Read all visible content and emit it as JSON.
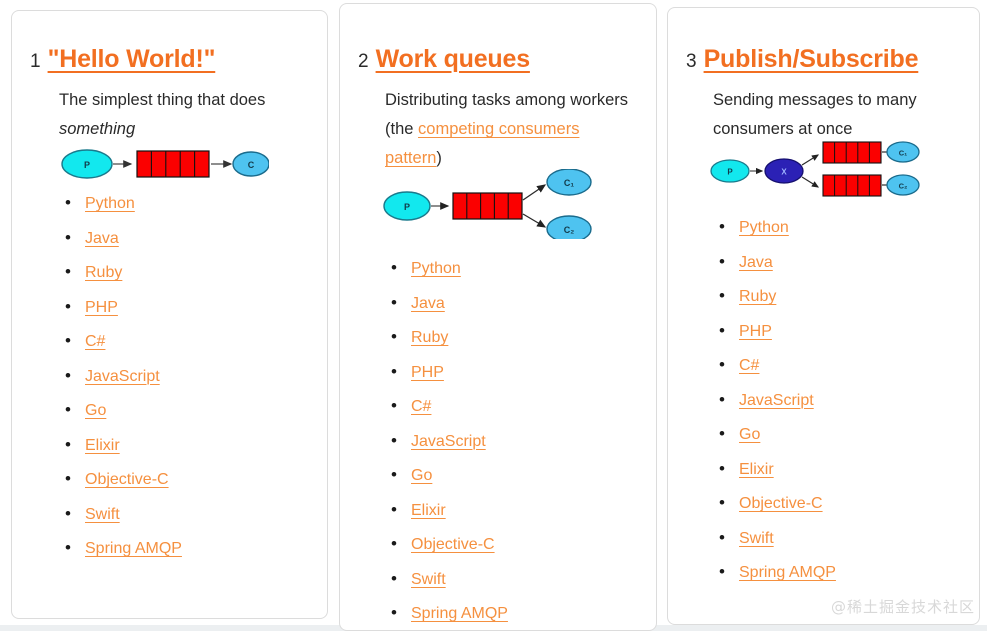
{
  "page": {
    "background": "#ffffff",
    "accent_title_color": "#f26f21",
    "link_color": "#f5903f",
    "text_color": "#2a2a2a",
    "panel_border_color": "#dcdcdc"
  },
  "watermark": "@稀土掘金技术社区",
  "languages": [
    "Python",
    "Java",
    "Ruby",
    "PHP",
    "C#",
    "JavaScript",
    "Go",
    "Elixir",
    "Objective-C",
    "Swift",
    "Spring AMQP"
  ],
  "panels": [
    {
      "number": "1",
      "title": "\"Hello World!\"",
      "description_parts": {
        "lead": "The simplest thing that does ",
        "emphasis": "something",
        "tail": ""
      },
      "diagram": {
        "type": "producer-queue-consumer",
        "nodes": [
          {
            "id": "P",
            "label": "P",
            "shape": "ellipse",
            "fill": "#12e8ee",
            "stroke": "#1a7a8c"
          },
          {
            "id": "queue",
            "label": "",
            "shape": "queue",
            "fill": "#fb0000",
            "stroke": "#111111",
            "cells": 5
          },
          {
            "id": "C",
            "label": "C",
            "shape": "ellipse",
            "fill": "#4ec3f0",
            "stroke": "#1a6b8c"
          }
        ],
        "edges": [
          {
            "from": "P",
            "to": "queue"
          },
          {
            "from": "queue",
            "to": "C"
          }
        ]
      },
      "languages_shown": 11
    },
    {
      "number": "2",
      "title": "Work queues",
      "description_parts": {
        "lead": "Distributing tasks among workers (the ",
        "link": "competing consumers pattern",
        "tail": ")"
      },
      "diagram": {
        "type": "producer-queue-two-consumers",
        "nodes": [
          {
            "id": "P",
            "label": "P",
            "shape": "ellipse",
            "fill": "#12e8ee",
            "stroke": "#1a7a8c"
          },
          {
            "id": "queue",
            "label": "",
            "shape": "queue",
            "fill": "#fb0000",
            "stroke": "#111111",
            "cells": 5
          },
          {
            "id": "C1",
            "label": "C₁",
            "shape": "ellipse",
            "fill": "#4ec3f0",
            "stroke": "#1a6b8c"
          },
          {
            "id": "C2",
            "label": "C₂",
            "shape": "ellipse",
            "fill": "#4ec3f0",
            "stroke": "#1a6b8c"
          }
        ],
        "edges": [
          {
            "from": "P",
            "to": "queue"
          },
          {
            "from": "queue",
            "to": "C1"
          },
          {
            "from": "queue",
            "to": "C2"
          }
        ]
      },
      "languages_shown": 11
    },
    {
      "number": "3",
      "title": "Publish/Subscribe",
      "description_parts": {
        "lead": "Sending messages to many consumers at once",
        "link": "",
        "tail": ""
      },
      "diagram": {
        "type": "producer-exchange-two-queues-two-consumers",
        "nodes": [
          {
            "id": "P",
            "label": "P",
            "shape": "ellipse",
            "fill": "#12e8ee",
            "stroke": "#1a7a8c"
          },
          {
            "id": "X",
            "label": "X",
            "shape": "ellipse",
            "fill": "#2b21b5",
            "stroke": "#150f6e"
          },
          {
            "id": "queue1",
            "label": "",
            "shape": "queue",
            "fill": "#fb0000",
            "stroke": "#111111",
            "cells": 5
          },
          {
            "id": "queue2",
            "label": "",
            "shape": "queue",
            "fill": "#fb0000",
            "stroke": "#111111",
            "cells": 5
          },
          {
            "id": "C1",
            "label": "C₁",
            "shape": "ellipse",
            "fill": "#4ec3f0",
            "stroke": "#1a6b8c"
          },
          {
            "id": "C2",
            "label": "C₂",
            "shape": "ellipse",
            "fill": "#4ec3f0",
            "stroke": "#1a6b8c"
          }
        ],
        "edges": [
          {
            "from": "P",
            "to": "X"
          },
          {
            "from": "X",
            "to": "queue1"
          },
          {
            "from": "X",
            "to": "queue2"
          },
          {
            "from": "queue1",
            "to": "C1"
          },
          {
            "from": "queue2",
            "to": "C2"
          }
        ]
      },
      "languages_shown": 11
    }
  ]
}
